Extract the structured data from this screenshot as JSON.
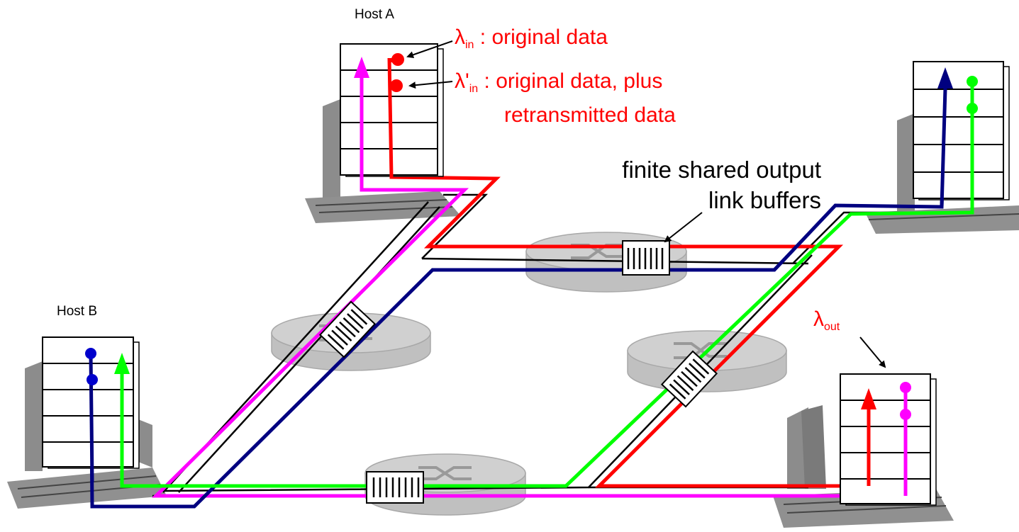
{
  "hosts": {
    "a": {
      "label": "Host A"
    },
    "b": {
      "label": "Host B"
    }
  },
  "annotations": {
    "lambda_in": {
      "symbol": "λ",
      "subscript": "in",
      "text": " : original data"
    },
    "lambda_in_prime": {
      "symbol": "λ'",
      "subscript": "in",
      "line1": " : original data, plus",
      "line2": "retransmitted data"
    },
    "lambda_out": {
      "symbol": "λ",
      "subscript": "out"
    },
    "buffers": {
      "line1": "finite shared output",
      "line2": "link buffers"
    }
  },
  "colors": {
    "red_flow": "#ff0000",
    "magenta_flow": "#ff00ff",
    "navy_flow": "#000080",
    "green_flow": "#00ff00",
    "label_red": "#ff0000",
    "router_fill": "#c8c8c8",
    "computer_gray": "#8c8c8c"
  }
}
